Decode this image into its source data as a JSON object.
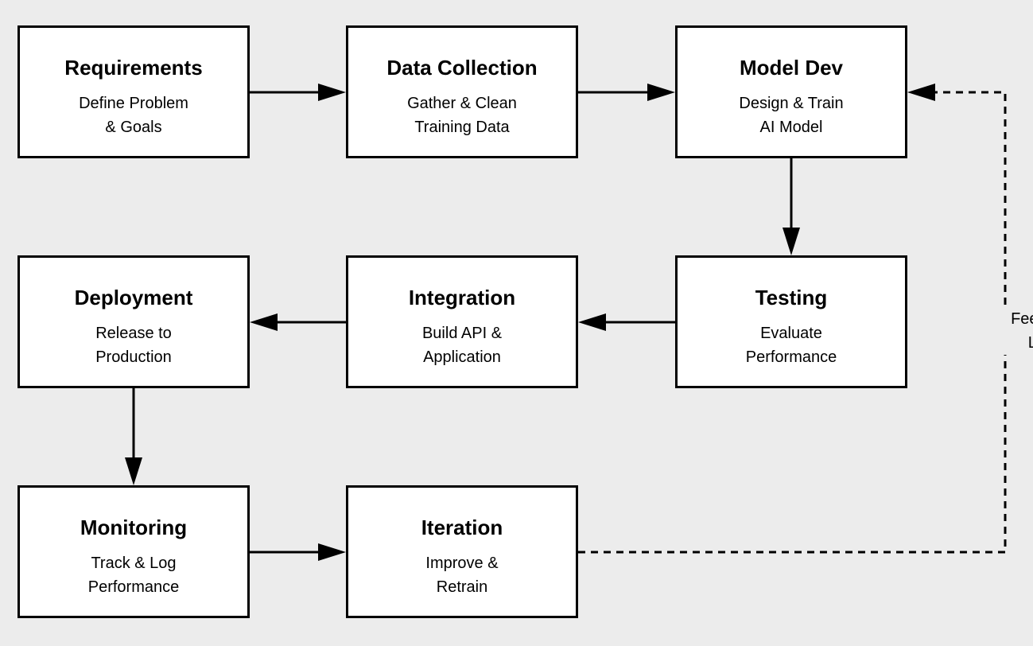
{
  "colors": {
    "background": "#ececec",
    "box_fill": "#ffffff",
    "stroke": "#000000"
  },
  "nodes": {
    "requirements": {
      "title": "Requirements",
      "line1": "Define Problem",
      "line2": "& Goals"
    },
    "data_collection": {
      "title": "Data Collection",
      "line1": "Gather & Clean",
      "line2": "Training Data"
    },
    "model_dev": {
      "title": "Model Dev",
      "line1": "Design & Train",
      "line2": "AI Model"
    },
    "deployment": {
      "title": "Deployment",
      "line1": "Release to",
      "line2": "Production"
    },
    "integration": {
      "title": "Integration",
      "line1": "Build API &",
      "line2": "Application"
    },
    "testing": {
      "title": "Testing",
      "line1": "Evaluate",
      "line2": "Performance"
    },
    "monitoring": {
      "title": "Monitoring",
      "line1": "Track & Log",
      "line2": "Performance"
    },
    "iteration": {
      "title": "Iteration",
      "line1": "Improve &",
      "line2": "Retrain"
    }
  },
  "feedback": {
    "line1": "Feedback",
    "line2": "Loop"
  }
}
